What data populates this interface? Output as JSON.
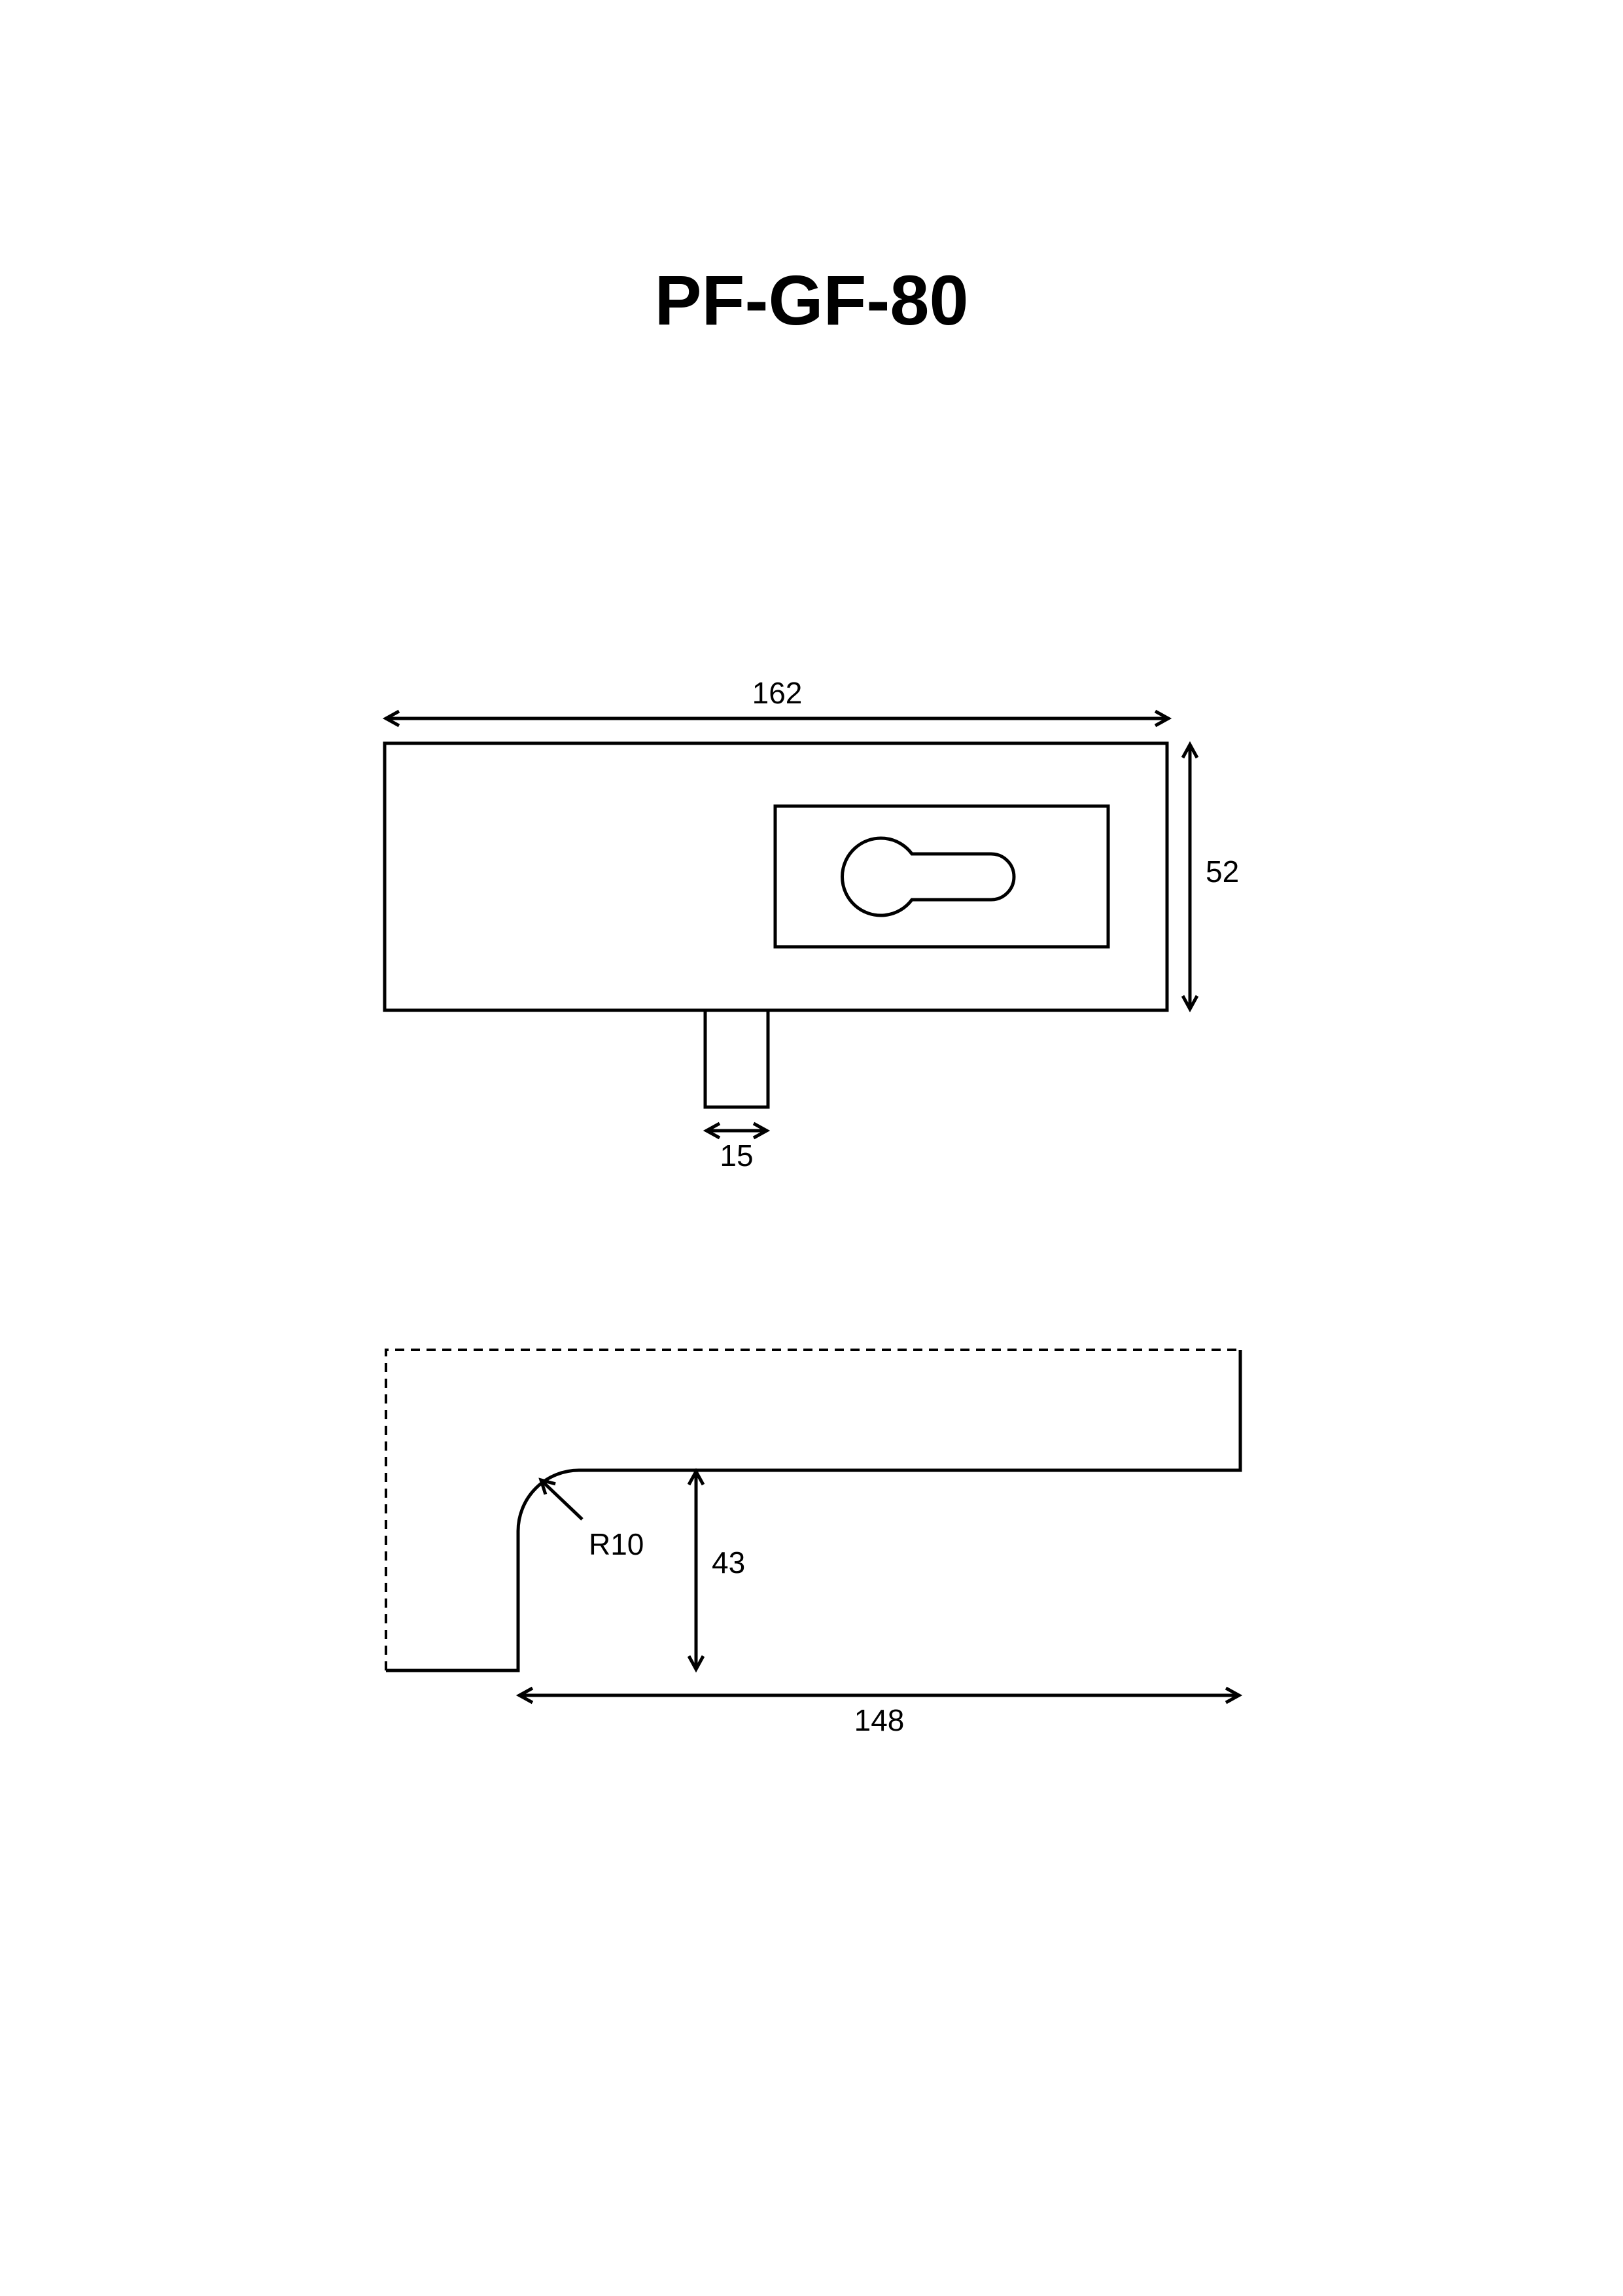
{
  "title": "PF-GF-80",
  "top_view": {
    "width_label": "162",
    "height_label": "52",
    "stem_width_label": "15"
  },
  "side_view": {
    "radius_label": "R10",
    "height_label": "43",
    "length_label": "148"
  },
  "colors": {
    "line": "#000000",
    "background": "#ffffff"
  }
}
